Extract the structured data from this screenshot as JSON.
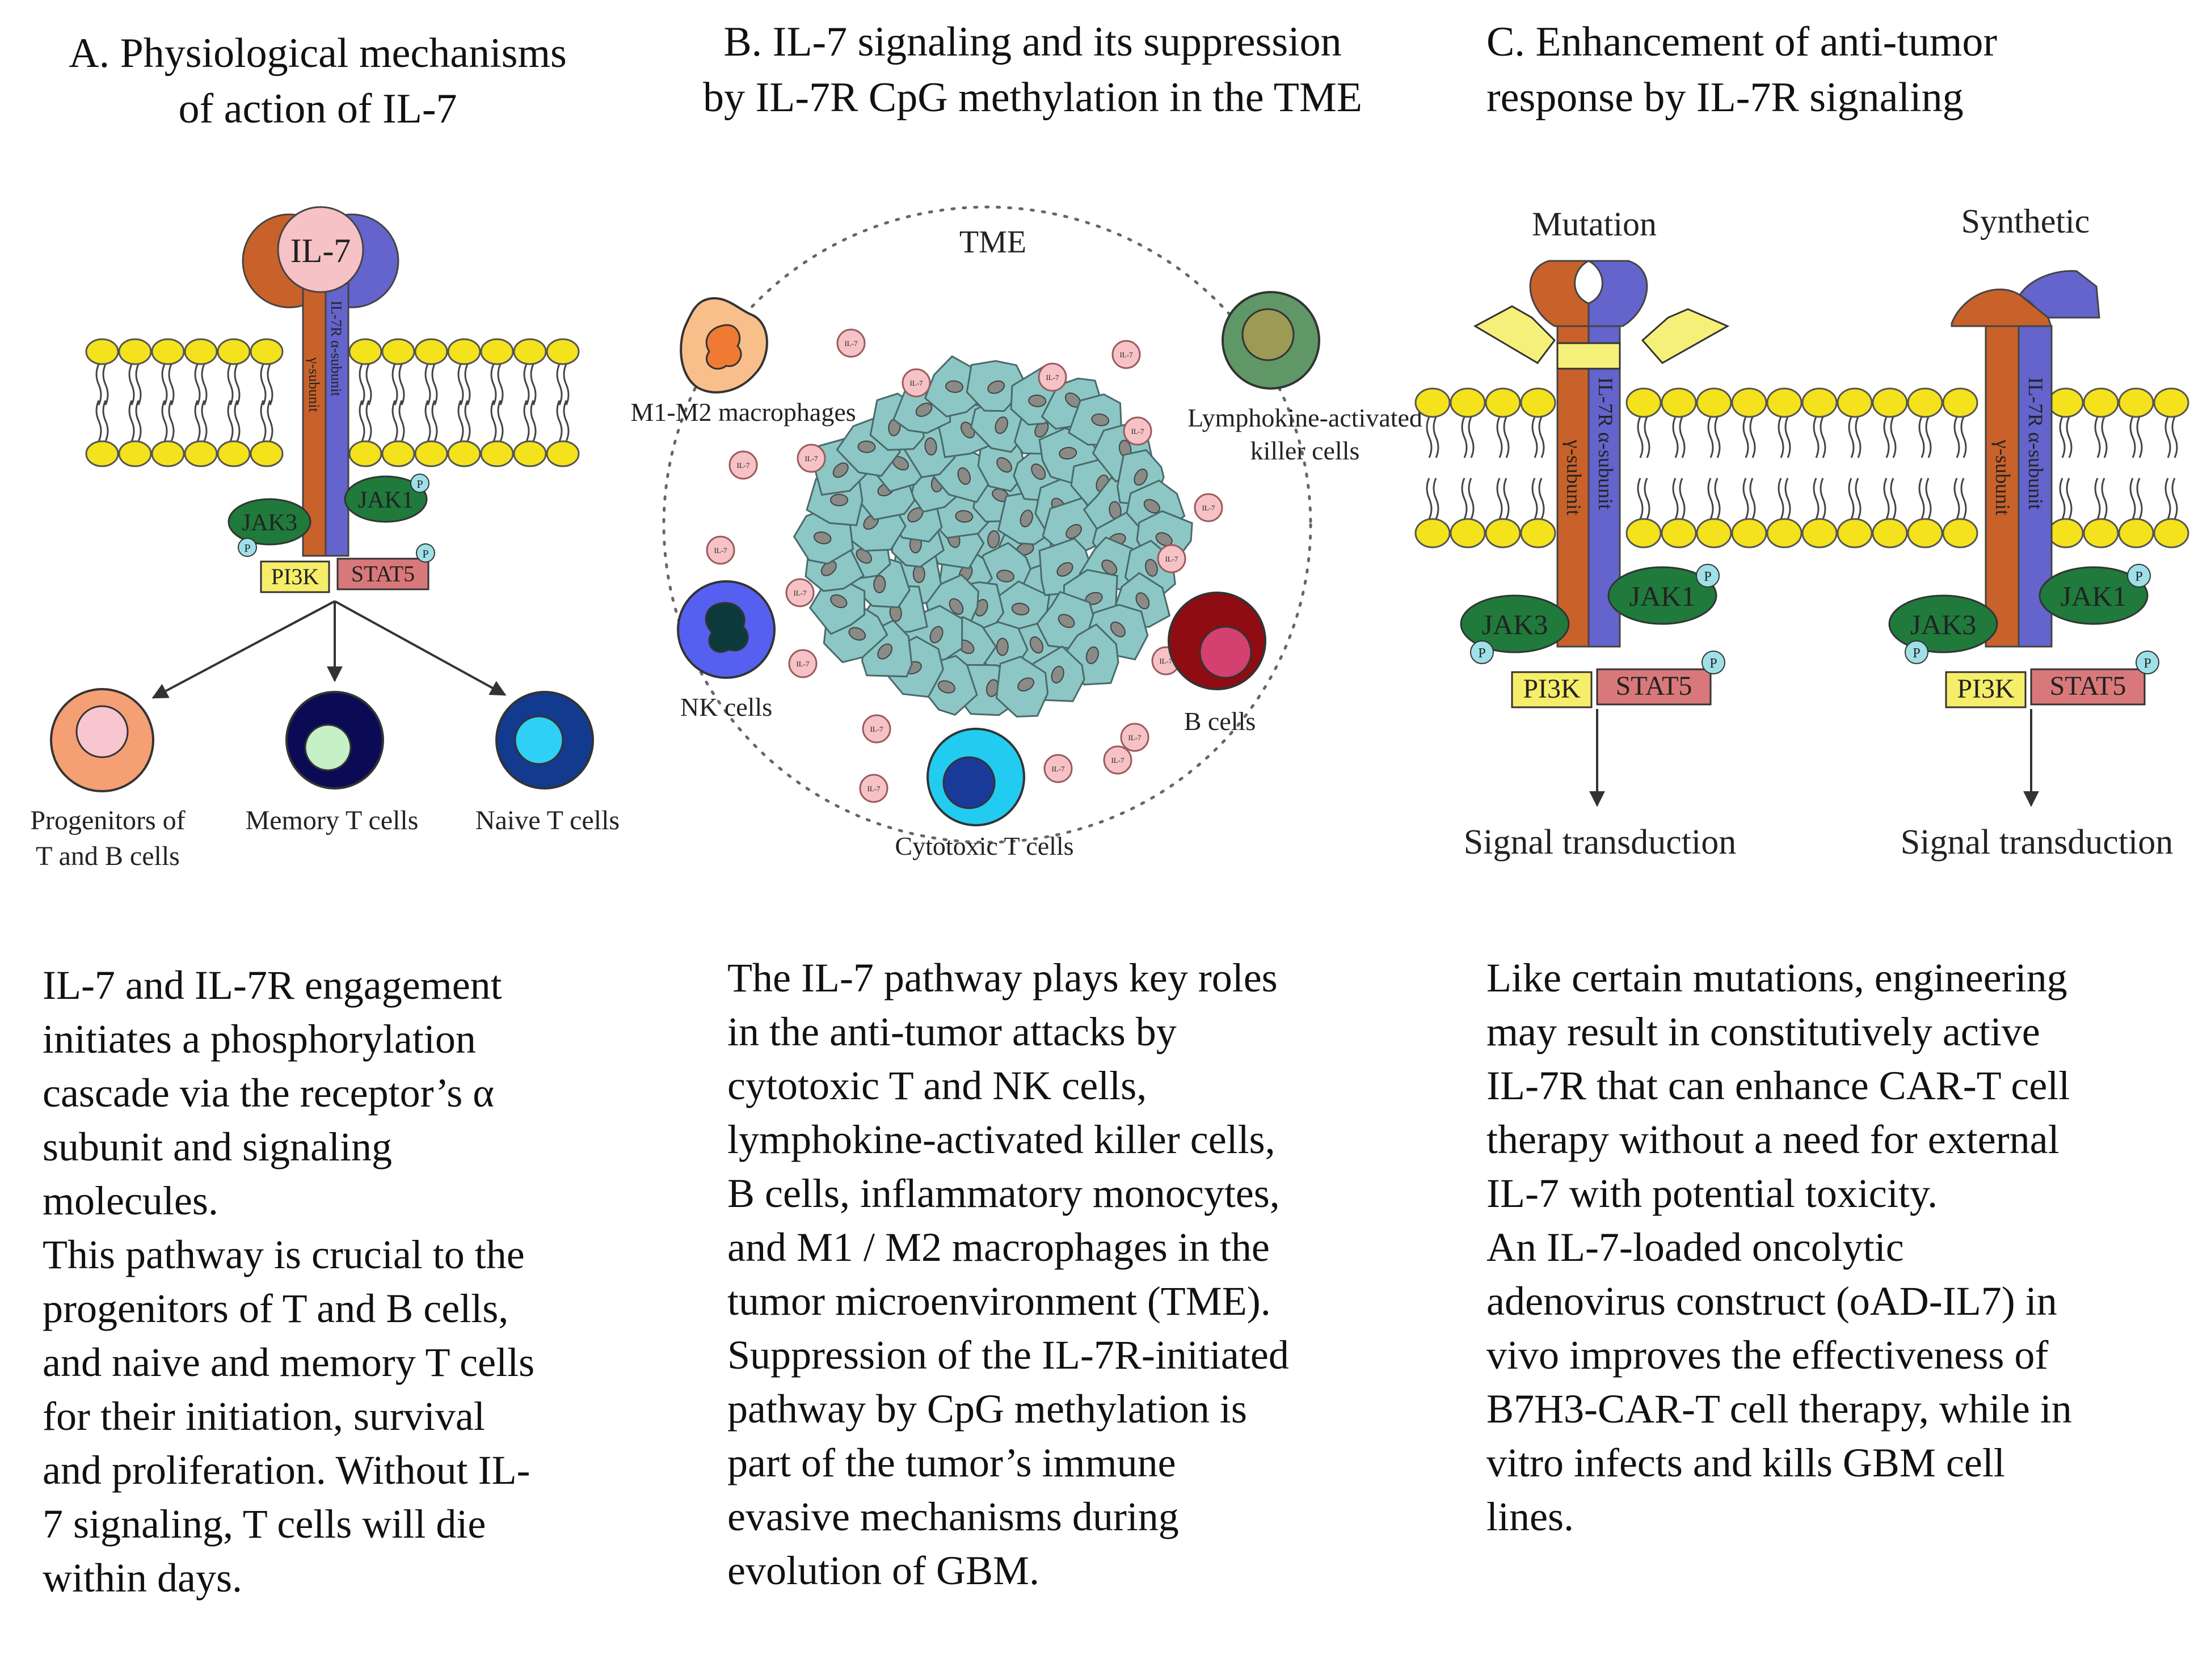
{
  "colors": {
    "membrane_head": "#f4e21c",
    "gamma_chain": "#c8622a",
    "alpha_chain": "#6464cc",
    "il7": "#f6c2c6",
    "jak": "#1f7a3c",
    "pi3k": "#f6ee6a",
    "stat5": "#d9787a",
    "tumor": "#8cc7c5",
    "background": "#ffffff"
  },
  "panel_a": {
    "title": [
      "A. Physiological mechanisms",
      "of action of IL-7"
    ],
    "ligand": "IL-7",
    "alpha_label": "IL-7R α-subunit",
    "gamma_label": "γ-subunit",
    "jak3": "JAK3",
    "jak1": "JAK1",
    "pi3k": "PI3K",
    "stat5": "STAT5",
    "phospho": "P",
    "targets": {
      "progenitors": [
        "Progenitors of",
        "T and B cells"
      ],
      "memory": "Memory T cells",
      "naive": "Naive T cells"
    },
    "caption": [
      "IL-7 and IL-7R engagement",
      "initiates a phosphorylation",
      "cascade via the receptor’s α",
      "subunit and signaling",
      "molecules.",
      "This pathway is crucial to the",
      "progenitors of T and B cells,",
      "and naive and memory T cells",
      "for their initiation, survival",
      "and proliferation. Without IL-",
      "7 signaling, T cells will die",
      "within days."
    ]
  },
  "panel_b": {
    "title": [
      "B. IL-7 signaling and its suppression",
      "by IL-7R CpG methylation in the TME"
    ],
    "tme": "TME",
    "il7_token": "IL-7",
    "cells": {
      "macrophages": "M1-M2 macrophages",
      "lak": [
        "Lymphokine-activated",
        "killer cells"
      ],
      "nk": "NK cells",
      "b": "B cells",
      "cytotoxic": "Cytotoxic T cells"
    },
    "caption": [
      "The IL-7 pathway plays key roles",
      "in the anti-tumor attacks by",
      "cytotoxic T and NK cells,",
      "lymphokine-activated killer cells,",
      "B cells, inflammatory monocytes,",
      "and M1 / M2 macrophages in the",
      "tumor microenvironment (TME).",
      "Suppression of the IL-7R-initiated",
      "pathway by CpG methylation is",
      "part of the tumor’s immune",
      "evasive mechanisms during",
      "evolution of GBM."
    ]
  },
  "panel_c": {
    "title": [
      "C. Enhancement of anti-tumor",
      "response by IL-7R signaling"
    ],
    "mutation": "Mutation",
    "synthetic": "Synthetic",
    "gamma_label": "γ-subunit",
    "alpha_label": "IL-7R α-subunit",
    "jak3": "JAK3",
    "jak1": "JAK1",
    "pi3k": "PI3K",
    "stat5": "STAT5",
    "phospho": "P",
    "signal": "Signal transduction",
    "caption": [
      "Like certain mutations, engineering",
      "may result in constitutively active",
      "IL-7R that can enhance CAR-T cell",
      "therapy without a need for external",
      "IL-7 with potential toxicity.",
      "An IL-7-loaded oncolytic",
      "adenovirus construct (oAD-IL7) in",
      "vivo improves the effectiveness of",
      "B7H3-CAR-T cell therapy, while in",
      "vitro infects and kills GBM cell",
      "lines."
    ]
  }
}
